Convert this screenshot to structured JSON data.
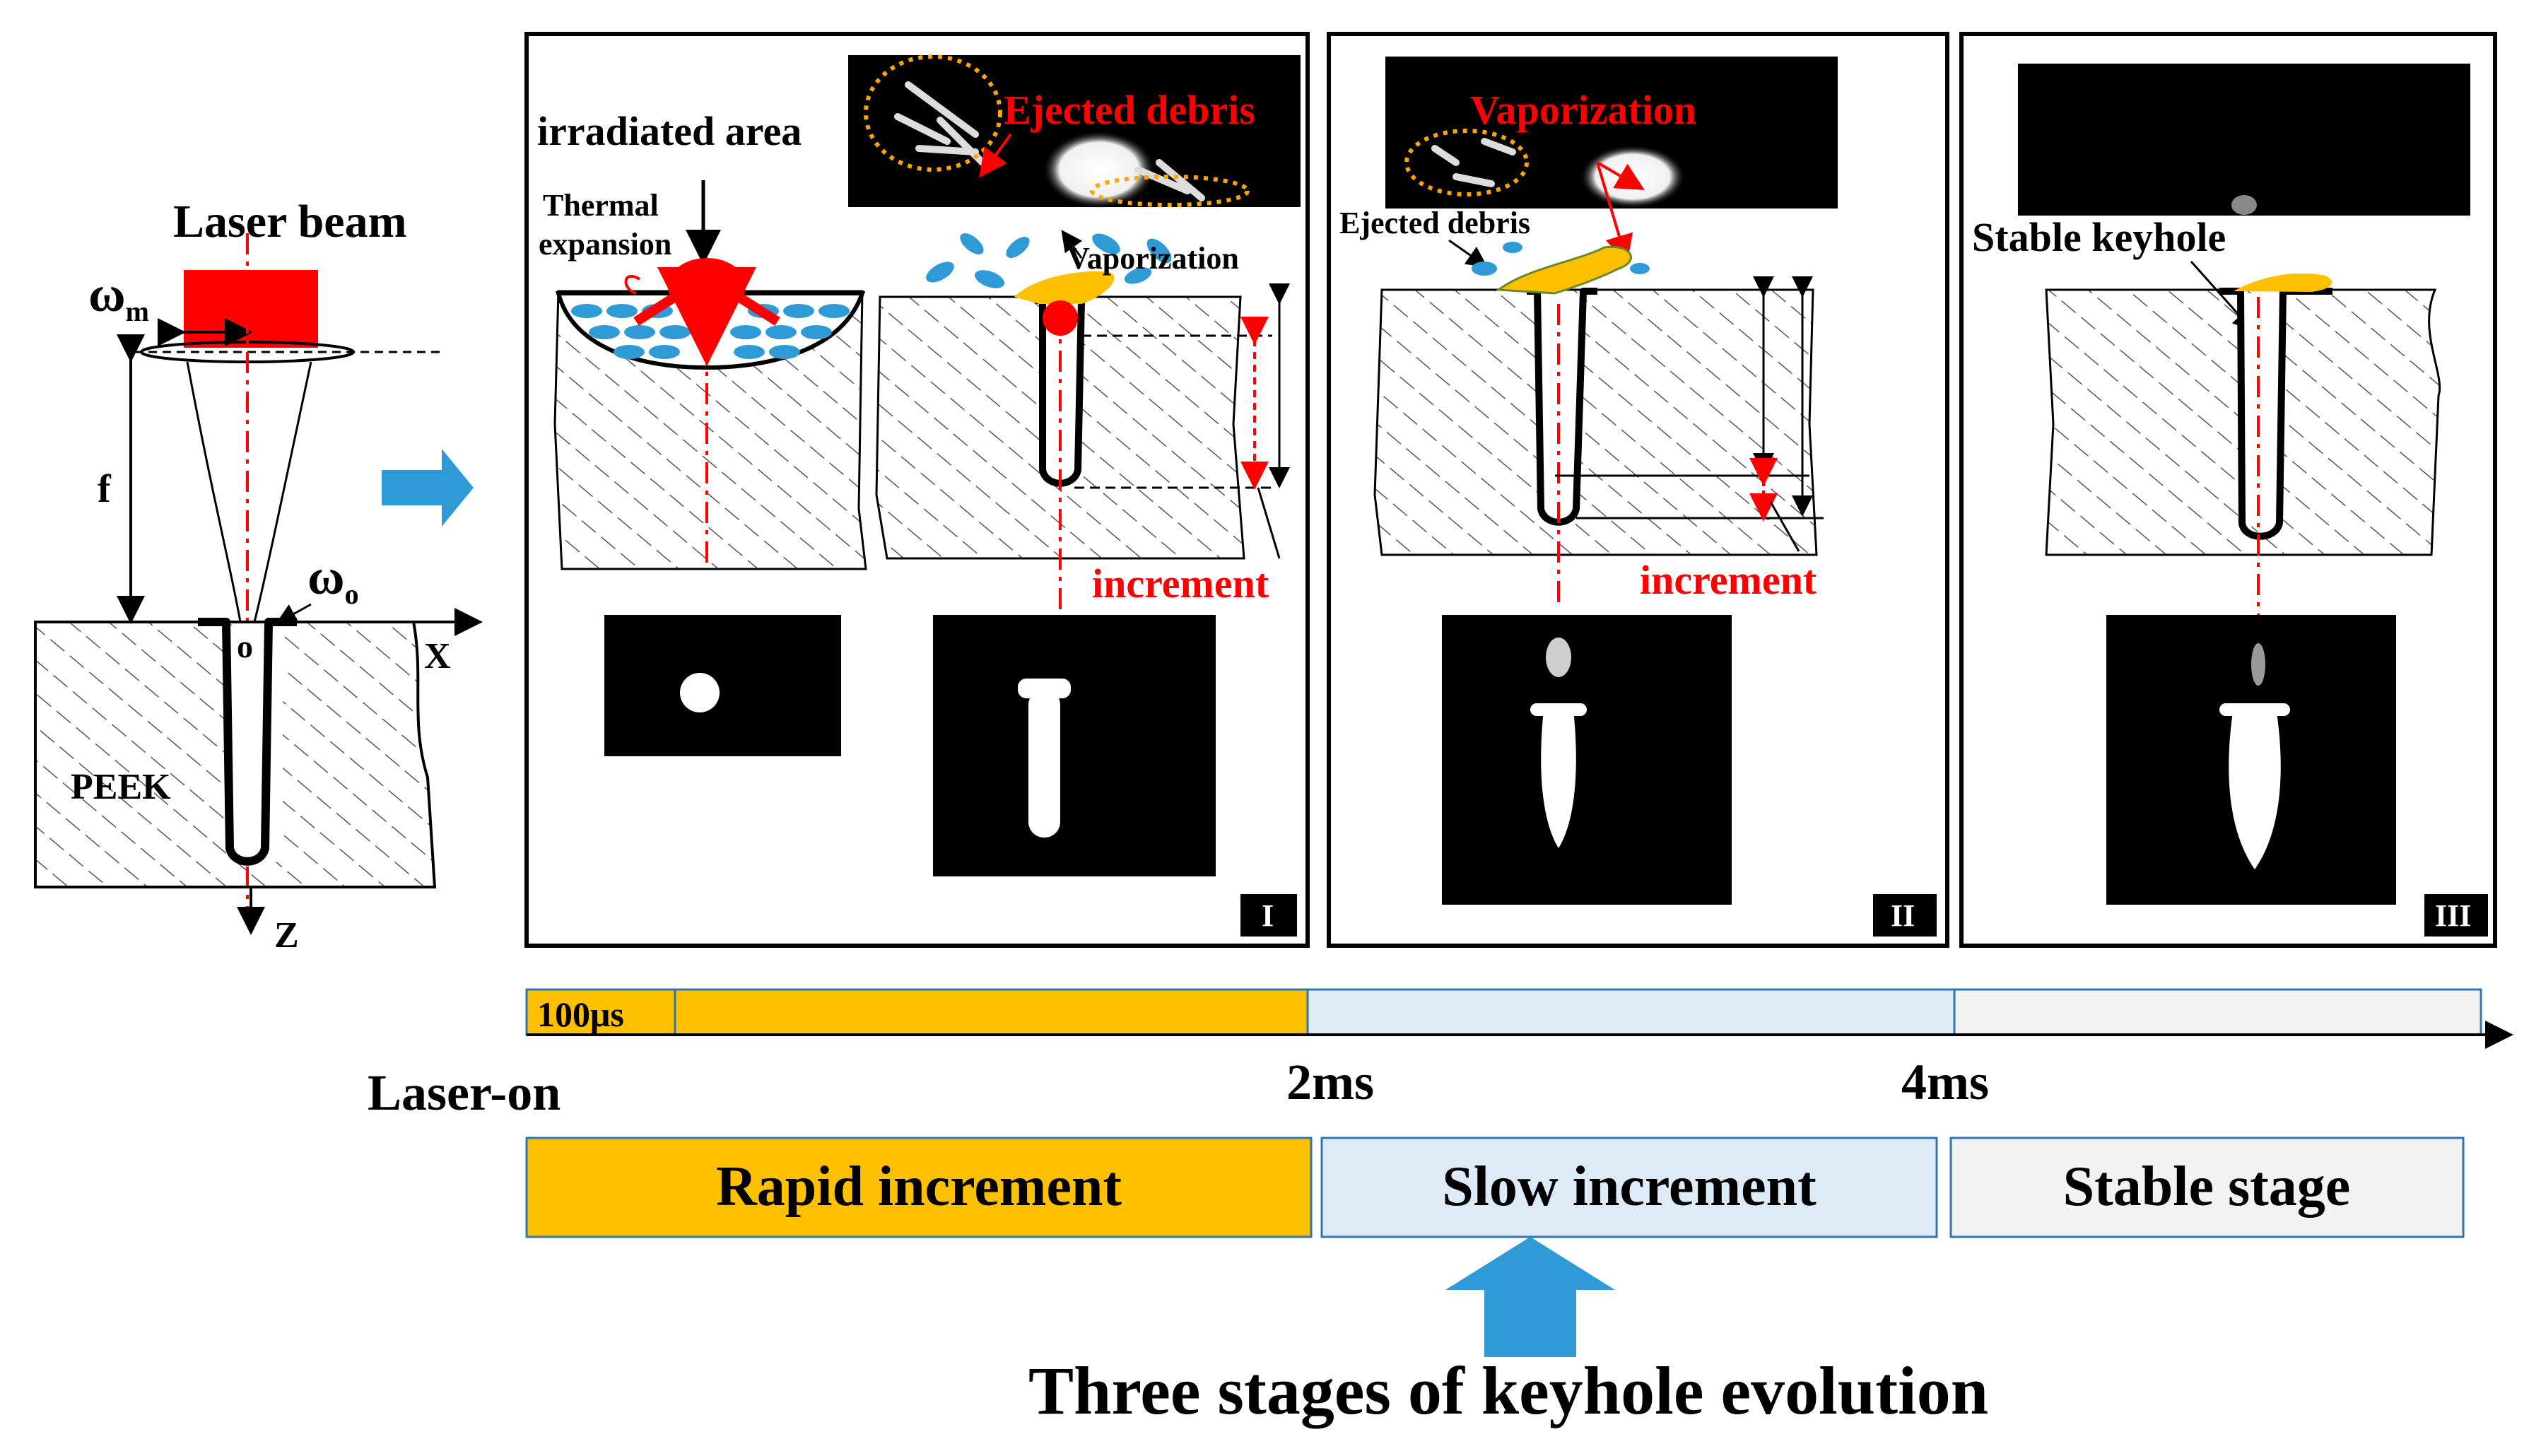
{
  "left_schematic": {
    "laser_beam": "Laser beam",
    "omega_m": "ω",
    "omega_m_sub": "m",
    "focal_length": "f",
    "omega_0": "ω",
    "omega_0_sub": "o",
    "origin": "o",
    "x_axis": "X",
    "z_axis": "Z",
    "material": "PEEK"
  },
  "panel_1": {
    "irradiated_area": "irradiated area",
    "thermal": "Thermal",
    "expansion": "expansion",
    "ejected_debris": "Ejected debris",
    "vaporization": "Vaporization",
    "increment": "increment",
    "roman": "I"
  },
  "panel_2": {
    "vaporization": "Vaporization",
    "ejected_debris": "Ejected debris",
    "increment": "increment",
    "roman": "II"
  },
  "panel_3": {
    "stable_keyhole": "Stable keyhole",
    "roman": "III"
  },
  "timeline": {
    "first_tick": "100μs",
    "laser_on": "Laser-on",
    "t2": "2ms",
    "t4": "4ms"
  },
  "stages": [
    {
      "label": "Rapid increment",
      "color": "#FFC000"
    },
    {
      "label": "Slow increment",
      "color": "#DDEBF7"
    },
    {
      "label": "Stable stage",
      "color": "#F2F2F2"
    }
  ],
  "caption": "Three stages of keyhole evolution",
  "colors": {
    "laser": "#FF0000",
    "arrow_blue": "#2E9BD6",
    "melt": "#FFC000",
    "annotation_red": "#FF0000",
    "orange_dotted": "#FFA500"
  }
}
